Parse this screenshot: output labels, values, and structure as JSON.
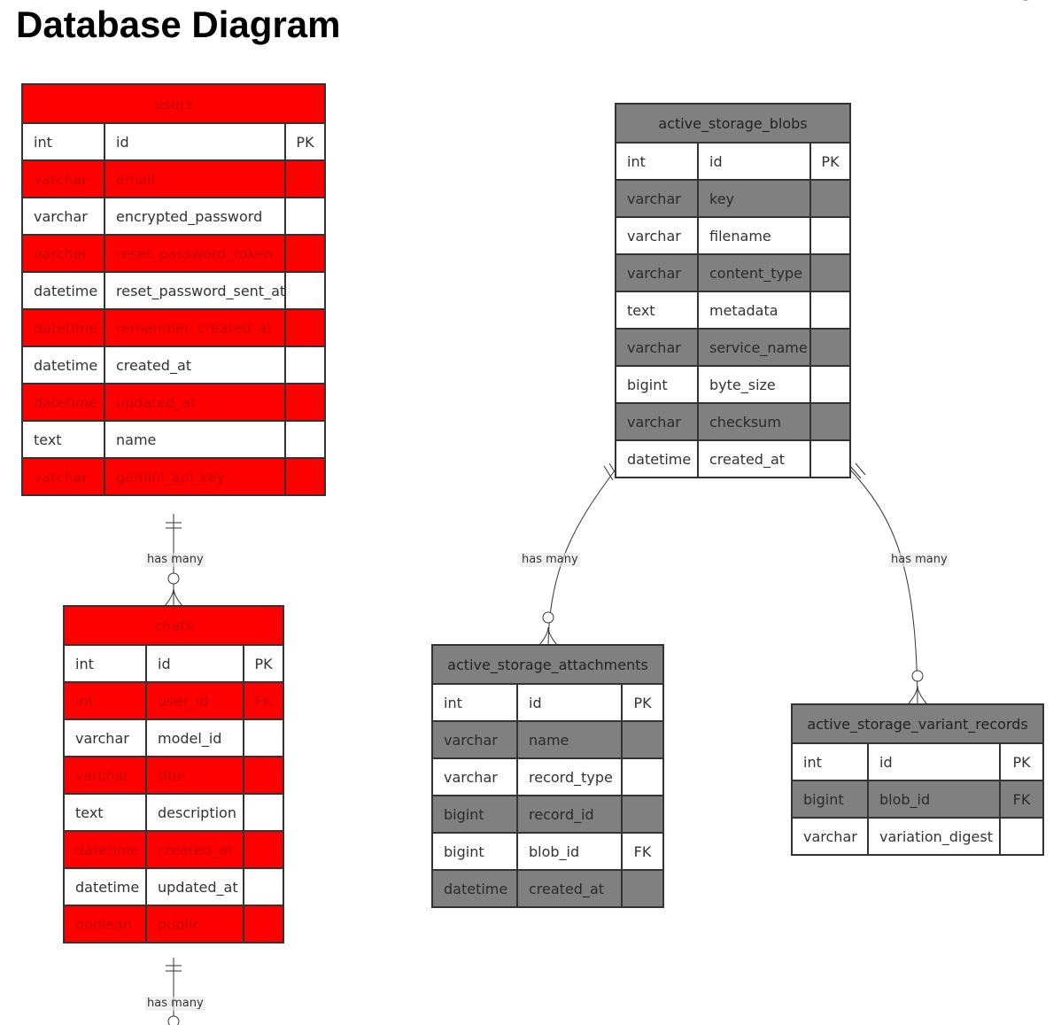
{
  "title": "Database Diagram",
  "colors": {
    "red_theme": "#ff0000",
    "gray_theme": "#808080",
    "line": "#333333"
  },
  "entities": [
    {
      "id": "users",
      "name": "users",
      "theme": "red",
      "columns": [
        {
          "type": "int",
          "name": "id",
          "key": "PK"
        },
        {
          "type": "varchar",
          "name": "email",
          "key": ""
        },
        {
          "type": "varchar",
          "name": "encrypted_password",
          "key": ""
        },
        {
          "type": "varchar",
          "name": "reset_password_token",
          "key": ""
        },
        {
          "type": "datetime",
          "name": "reset_password_sent_at",
          "key": ""
        },
        {
          "type": "datetime",
          "name": "remember_created_at",
          "key": ""
        },
        {
          "type": "datetime",
          "name": "created_at",
          "key": ""
        },
        {
          "type": "datetime",
          "name": "updated_at",
          "key": ""
        },
        {
          "type": "text",
          "name": "name",
          "key": ""
        },
        {
          "type": "varchar",
          "name": "gemini_api_key",
          "key": ""
        }
      ]
    },
    {
      "id": "chats",
      "name": "chats",
      "theme": "red",
      "columns": [
        {
          "type": "int",
          "name": "id",
          "key": "PK"
        },
        {
          "type": "int",
          "name": "user_id",
          "key": "FK"
        },
        {
          "type": "varchar",
          "name": "model_id",
          "key": ""
        },
        {
          "type": "varchar",
          "name": "title",
          "key": ""
        },
        {
          "type": "text",
          "name": "description",
          "key": ""
        },
        {
          "type": "datetime",
          "name": "created_at",
          "key": ""
        },
        {
          "type": "datetime",
          "name": "updated_at",
          "key": ""
        },
        {
          "type": "boolean",
          "name": "public",
          "key": ""
        }
      ]
    },
    {
      "id": "blobs",
      "name": "active_storage_blobs",
      "theme": "gray",
      "columns": [
        {
          "type": "int",
          "name": "id",
          "key": "PK"
        },
        {
          "type": "varchar",
          "name": "key",
          "key": ""
        },
        {
          "type": "varchar",
          "name": "filename",
          "key": ""
        },
        {
          "type": "varchar",
          "name": "content_type",
          "key": ""
        },
        {
          "type": "text",
          "name": "metadata",
          "key": ""
        },
        {
          "type": "varchar",
          "name": "service_name",
          "key": ""
        },
        {
          "type": "bigint",
          "name": "byte_size",
          "key": ""
        },
        {
          "type": "varchar",
          "name": "checksum",
          "key": ""
        },
        {
          "type": "datetime",
          "name": "created_at",
          "key": ""
        }
      ]
    },
    {
      "id": "attachments",
      "name": "active_storage_attachments",
      "theme": "gray",
      "columns": [
        {
          "type": "int",
          "name": "id",
          "key": "PK"
        },
        {
          "type": "varchar",
          "name": "name",
          "key": ""
        },
        {
          "type": "varchar",
          "name": "record_type",
          "key": ""
        },
        {
          "type": "bigint",
          "name": "record_id",
          "key": ""
        },
        {
          "type": "bigint",
          "name": "blob_id",
          "key": "FK"
        },
        {
          "type": "datetime",
          "name": "created_at",
          "key": ""
        }
      ]
    },
    {
      "id": "variants",
      "name": "active_storage_variant_records",
      "theme": "gray",
      "columns": [
        {
          "type": "int",
          "name": "id",
          "key": "PK"
        },
        {
          "type": "bigint",
          "name": "blob_id",
          "key": "FK"
        },
        {
          "type": "varchar",
          "name": "variation_digest",
          "key": ""
        }
      ]
    }
  ],
  "relationships": [
    {
      "id": "users-chats",
      "from": "users",
      "to": "chats",
      "label": "has many"
    },
    {
      "id": "blobs-attachments",
      "from": "active_storage_blobs",
      "to": "active_storage_attachments",
      "label": "has many"
    },
    {
      "id": "blobs-variants",
      "from": "active_storage_blobs",
      "to": "active_storage_variant_records",
      "label": "has many"
    },
    {
      "id": "chats-next",
      "from": "chats",
      "to": "",
      "label": "has many"
    }
  ]
}
